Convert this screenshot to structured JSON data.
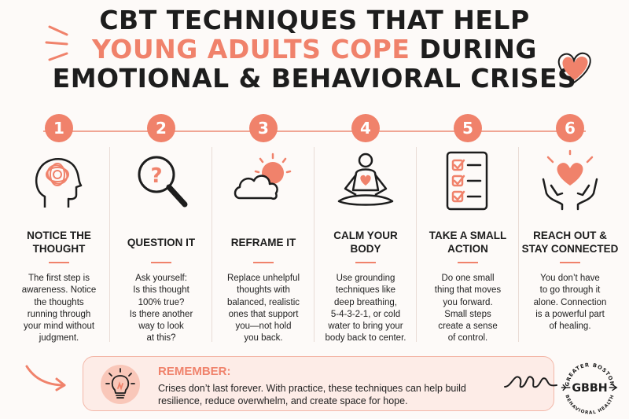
{
  "title": {
    "line1": "CBT TECHNIQUES THAT HELP",
    "line2_accent": "YOUNG ADULTS COPE",
    "line2_rest": " DURING",
    "line3": "EMOTIONAL & BEHAVIORAL CRISES"
  },
  "colors": {
    "accent": "#f0826b",
    "text": "#1d1d1d",
    "panel": "#fdece7",
    "background": "#fdfaf8"
  },
  "steps": [
    {
      "number": "1",
      "title": "NOTICE THE\nTHOUGHT",
      "icon": "head-thought-icon",
      "description": "The first step is\nawareness. Notice\nthe thoughts\nrunning through\nyour mind without\njudgment."
    },
    {
      "number": "2",
      "title": "QUESTION IT",
      "icon": "magnifier-question-icon",
      "description": "Ask yourself:\nIs this thought\n100% true?\nIs there another\nway to look\nat this?"
    },
    {
      "number": "3",
      "title": "REFRAME IT",
      "icon": "sun-cloud-icon",
      "description": "Replace unhelpful\nthoughts with\nbalanced, realistic\nones that support\nyou—not hold\nyou back."
    },
    {
      "number": "4",
      "title": "CALM YOUR\nBODY",
      "icon": "meditation-icon",
      "description": "Use grounding\ntechniques like\ndeep breathing,\n5-4-3-2-1, or cold\nwater to bring your\nbody back to center."
    },
    {
      "number": "5",
      "title": "TAKE A SMALL\nACTION",
      "icon": "checklist-icon",
      "description": "Do one small\nthing that moves\nyou forward.\nSmall steps\ncreate a sense\nof control."
    },
    {
      "number": "6",
      "title": "REACH OUT &\nSTAY CONNECTED",
      "icon": "hands-heart-icon",
      "description": "You don’t have\nto go through it\nalone. Connection\nis a powerful part\nof healing."
    }
  ],
  "remember": {
    "heading": "REMEMBER:",
    "text": "Crises don’t last forever. With practice, these techniques can help build resilience, reduce overwhelm, and create space for hope.",
    "icon": "lightbulb-icon"
  },
  "logo": {
    "letters": "GBBH",
    "ring_top": "GREATER BOSTON",
    "ring_bottom": "BEHAVIORAL HEALTH"
  }
}
